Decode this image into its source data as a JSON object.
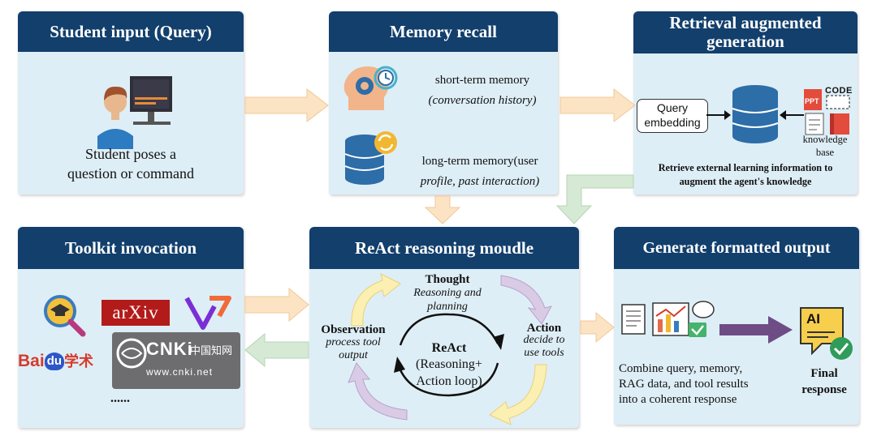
{
  "student": {
    "title": "Student input (Query)",
    "desc_line1": "Student poses a",
    "desc_line2": "question or command"
  },
  "memory": {
    "title": "Memory recall",
    "short_line1": "short-term memory",
    "short_line2": "(conversation history)",
    "long_line1": "long-term memory(user",
    "long_line2": "profile, past interaction)"
  },
  "rag": {
    "title_line1": "Retrieval augmented",
    "title_line2": "generation",
    "query_line1": "Query",
    "query_line2": "embedding",
    "code_label": "CODE",
    "ppt_label": "PPT",
    "kb_line1": "knowledge",
    "kb_line2": "base",
    "desc_line1": "Retrieve external learning information to",
    "desc_line2": "augment the agent's knowledge"
  },
  "toolkit": {
    "title": "Toolkit invocation",
    "arxiv": "arXiv",
    "baidu_bai": "Bai",
    "baidu_du": "du",
    "baidu_xueshu": "学术",
    "cnki_main": "CNKi",
    "cnki_cn": "中国知网",
    "cnki_url": "www.cnki.net",
    "ellipsis": "......"
  },
  "react": {
    "title": "ReAct reasoning moudle",
    "thought_title": "Thought",
    "thought_line1": "Reasoning and",
    "thought_line2": "planning",
    "action_title": "Action",
    "action_line1": "decide to",
    "action_line2": "use tools",
    "obs_title": "Observation",
    "obs_line1": "process tool",
    "obs_line2": "output",
    "center_title": "ReAct",
    "center_line1": "(Reasoning+",
    "center_line2": "Action loop)"
  },
  "output": {
    "title": "Generate formatted output",
    "desc_line1": "Combine query, memory,",
    "desc_line2": "RAG data, and tool results",
    "desc_line3": "into a coherent response",
    "ai_label": "AI",
    "final_line1": "Final",
    "final_line2": "response"
  },
  "colors": {
    "panel_bg": "#deeef6",
    "title_bg": "#123f6c",
    "arrow_orange": "#fbe3c4",
    "arrow_green": "#d5e9d4",
    "arrow_purple": "#6e4d87",
    "loop_yellow": "#fcefb2",
    "loop_purple": "#d9cbe5"
  }
}
